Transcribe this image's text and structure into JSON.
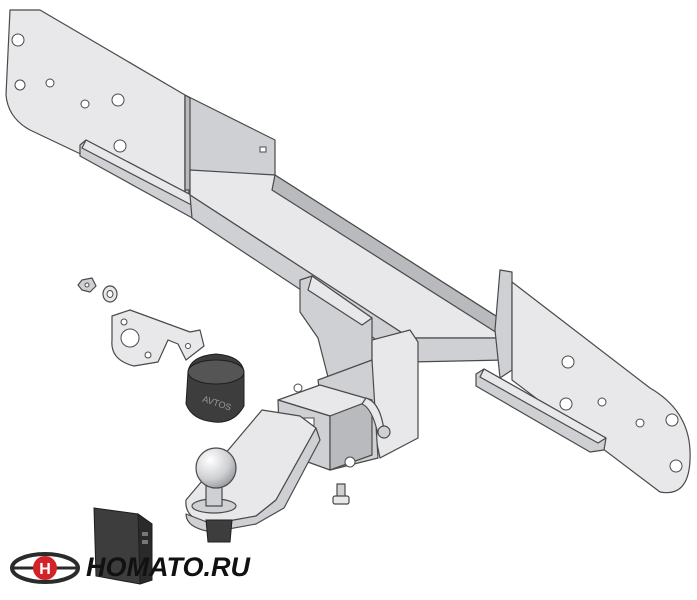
{
  "image": {
    "subject": "tow-hitch-assembly",
    "colors": {
      "part_fill": "#e8e8ea",
      "part_shade": "#cfd0d3",
      "part_dark": "#b9babd",
      "outline": "#4a4a4a",
      "rubber": "#3d3d3d",
      "rubber_dark": "#2a2a2a",
      "cap": "#555555"
    }
  },
  "watermark": {
    "brand_text": "HOMATO.RU",
    "emblem_colors": {
      "ring": "#2b2b2b",
      "accent": "#d2232a"
    },
    "cap_text": "AVTOS"
  }
}
